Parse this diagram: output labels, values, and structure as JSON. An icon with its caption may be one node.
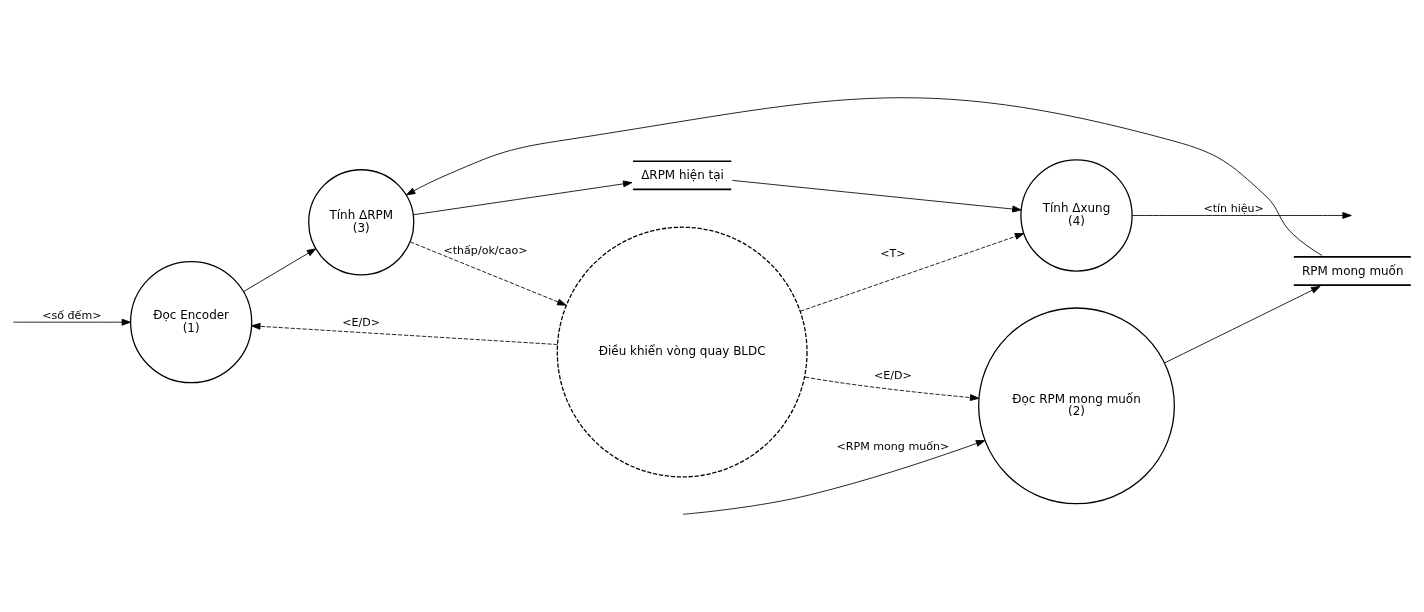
{
  "diagram": {
    "nodes": [
      {
        "text": [
          "Đọc Encoder",
          "(1)"
        ]
      },
      {
        "text": [
          "ΔRPM hiện tại"
        ]
      },
      {
        "text": [
          "Tính Δxung",
          "(4)"
        ]
      },
      {
        "text": [
          "Tính ΔRPM",
          "(3)"
        ]
      },
      {
        "text": [
          "Điều khiển vòng quay BLDC"
        ]
      },
      {
        "text": [
          "Đọc RPM mong muốn",
          "(2)"
        ]
      },
      {
        "text": [
          "RPM mong muốn"
        ]
      }
    ],
    "edges": [
      {
        "from": null,
        "to": 0,
        "arrow": "to",
        "label": "<số đếm>"
      },
      {
        "from": 0,
        "to": 3,
        "arrow": "to"
      },
      {
        "from": 3,
        "to": 1,
        "arrow": "to"
      },
      {
        "from": 1,
        "to": 2,
        "arrow": "to"
      },
      {
        "from": 2,
        "to": null,
        "arrow": "to",
        "label": "<tín hiệu>"
      },
      {
        "from": 3,
        "to": 4,
        "arrow": "to",
        "label": "<thấp/ok/cao>",
        "style": "dashed"
      },
      {
        "from": 4,
        "to": 0,
        "arrow": "to",
        "label": "<E/D>",
        "style": "dashed"
      },
      {
        "from": 4,
        "to": 2,
        "arrow": "to",
        "label": "<T>",
        "style": "dashed"
      },
      {
        "from": 4,
        "to": 5,
        "arrow": "to",
        "label": "<E/D>",
        "style": "dashed"
      },
      {
        "from": null,
        "to": 5,
        "arrow": "to",
        "label": "<RPM mong muốn>"
      },
      {
        "from": 5,
        "to": 6,
        "arrow": "to"
      },
      {
        "from": 6,
        "to": 3,
        "arrow": "to"
      }
    ]
  }
}
